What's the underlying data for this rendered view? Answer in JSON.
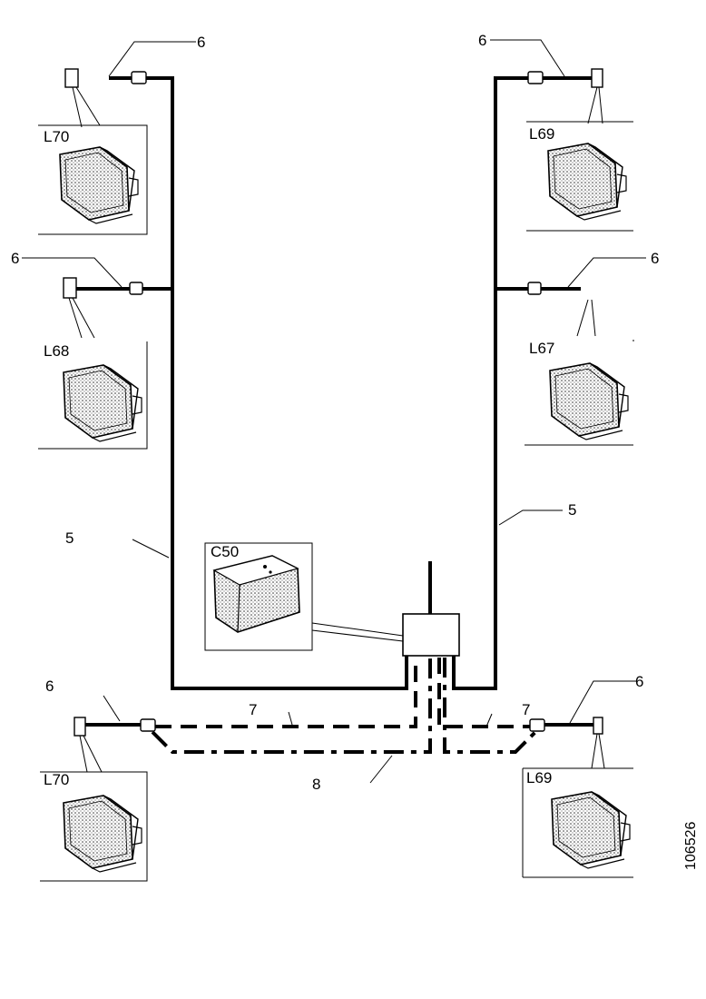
{
  "diagram": {
    "labels": {
      "c50": "C50",
      "l70_top": "L70",
      "l69_top": "L69",
      "l68": "L68",
      "l67": "L67",
      "l70_bottom": "L70",
      "l69_bottom": "L69"
    },
    "callouts": {
      "top_left_6": "6",
      "top_right_6": "6",
      "mid_left_6": "6",
      "mid_right_6": "6",
      "left_5": "5",
      "right_5": "5",
      "bottom_left_6": "6",
      "bottom_right_6": "6",
      "left_7": "7",
      "right_7": "7",
      "bottom_8": "8"
    },
    "figure_number": "106526"
  },
  "colors": {
    "line": "#000000",
    "background": "#ffffff"
  }
}
